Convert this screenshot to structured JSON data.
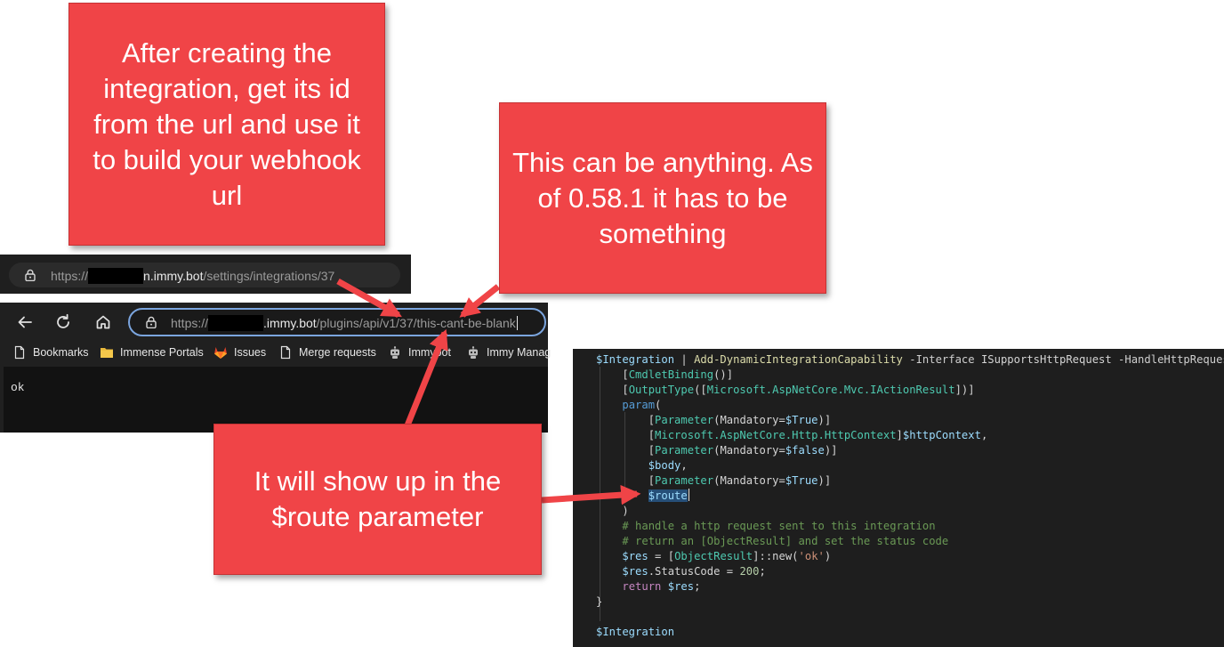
{
  "browser1": {
    "url_prefix": "https://",
    "url_host_tail": "n.immy.bot",
    "url_path": "/settings/integrations/37"
  },
  "browser2": {
    "url_prefix": "https://",
    "url_host_tail": ".immy.bot",
    "url_path": "/plugins/api/v1/37/this-cant-be-blank",
    "bookmarks": [
      "Bookmarks",
      "Immense Portals",
      "Issues",
      "Merge requests",
      "Immybot",
      "Immy Manag"
    ],
    "page_text": "ok"
  },
  "callouts": {
    "top_left": "After creating the integration, get its id from the url and use it to build your webhook url",
    "top_right": "This can be anything. As of 0.58.1 it has to be something",
    "bottom": "It will show up in the $route parameter"
  },
  "code": {
    "l1_var": "$Integration",
    "l1_pipe": " | ",
    "l1_cmd": "Add-DynamicIntegrationCapability",
    "l1_rest_a": " -Interface ",
    "l1_type": "ISupportsHttpRequest",
    "l1_rest_b": " -HandleHttpRequest {",
    "l2": "CmdletBinding",
    "l3_outer": "OutputType",
    "l3_type": "Microsoft.AspNetCore.Mvc.IActionResult",
    "l4": "param",
    "l5_attr": "Parameter",
    "l5_arg": "Mandatory=",
    "l5_val": "$True",
    "l6_type": "Microsoft.AspNetCore.Http.HttpContext",
    "l6_var": "$httpContext",
    "l7_val": "$false",
    "l8_var": "$body",
    "l9_val": "$True",
    "l10_var": "$route",
    "l11": ")",
    "l12": "# handle a http request sent to this integration",
    "l13": "# return an [ObjectResult] and set the status code",
    "l14_var": "$res",
    "l14_type": "ObjectResult",
    "l14_new": "::new(",
    "l14_str": "'ok'",
    "l15_var": "$res",
    "l15_prop": ".StatusCode = ",
    "l15_num": "200",
    "l16_kw": "return",
    "l16_var": "$res",
    "l17": "}",
    "l19_var": "$Integration"
  }
}
